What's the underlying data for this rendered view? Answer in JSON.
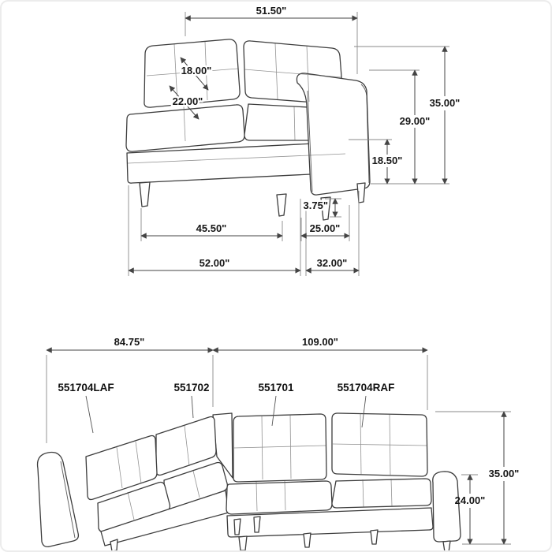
{
  "canvas": {
    "background": "#ffffff",
    "line_color": "#3d3d3d"
  },
  "loveseat": {
    "dims": {
      "back_width": "51.50\"",
      "back_cushion_height": "18.00\"",
      "seat_depth": "22.00\"",
      "overall_height": "35.00\"",
      "arm_height": "29.00\"",
      "seat_height": "18.50\"",
      "leg_height": "3.75\"",
      "seat_width": "45.50\"",
      "arm_front_depth": "25.00\"",
      "overall_width": "52.00\"",
      "overall_depth": "32.00\""
    }
  },
  "sectional": {
    "dims": {
      "laf_width": "84.75\"",
      "raf_width": "109.00\"",
      "overall_height": "35.00\"",
      "arm_height": "24.00\""
    },
    "skus": [
      "551704LAF",
      "551702",
      "551701",
      "551704RAF"
    ]
  }
}
